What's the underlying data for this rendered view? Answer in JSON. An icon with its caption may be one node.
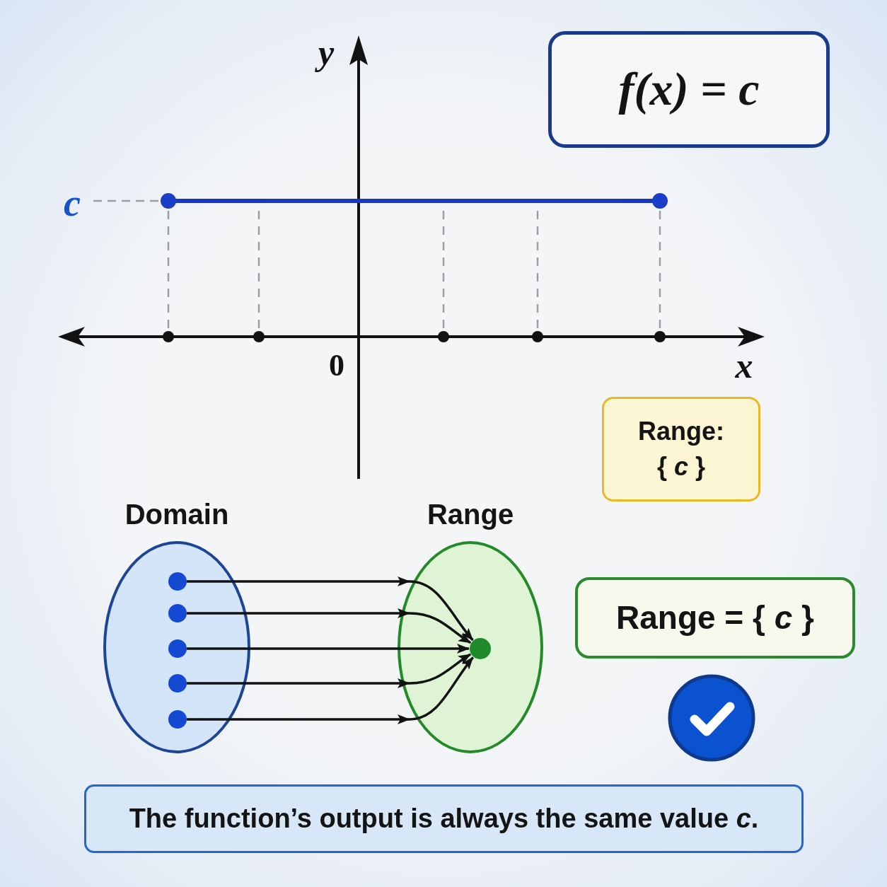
{
  "diagram": {
    "nodes": [
      {
        "text": [
          "f(x) = *c*"
        ]
      },
      {
        "text": [
          "Range:",
          "{ *c* }"
        ]
      },
      {
        "text": [
          "Domain"
        ]
      },
      {
        "text": [],
        "shape": "circle",
        "in": 2
      },
      {
        "text": [],
        "shape": "circle",
        "in": 2
      },
      {
        "text": [],
        "shape": "circle",
        "in": 2
      },
      {
        "text": [],
        "shape": "circle",
        "in": 2
      },
      {
        "text": [],
        "shape": "circle",
        "in": 2
      },
      {
        "text": [
          "Range"
        ]
      },
      {
        "text": [],
        "shape": "circle",
        "in": 8
      },
      {
        "text": [
          "Range = { *c* }"
        ]
      },
      {
        "text": [
          "The function’s output is always the same value *c*."
        ]
      }
    ],
    "edges": [
      {
        "from": 3,
        "to": 9,
        "arrow": "to"
      },
      {
        "from": 4,
        "to": 9,
        "arrow": "to"
      },
      {
        "from": 5,
        "to": 9,
        "arrow": "to"
      },
      {
        "from": 6,
        "to": 9,
        "arrow": "to"
      },
      {
        "from": 7,
        "to": 9,
        "arrow": "to"
      }
    ],
    "labels": [
      "y",
      "c",
      "0",
      "x"
    ]
  }
}
